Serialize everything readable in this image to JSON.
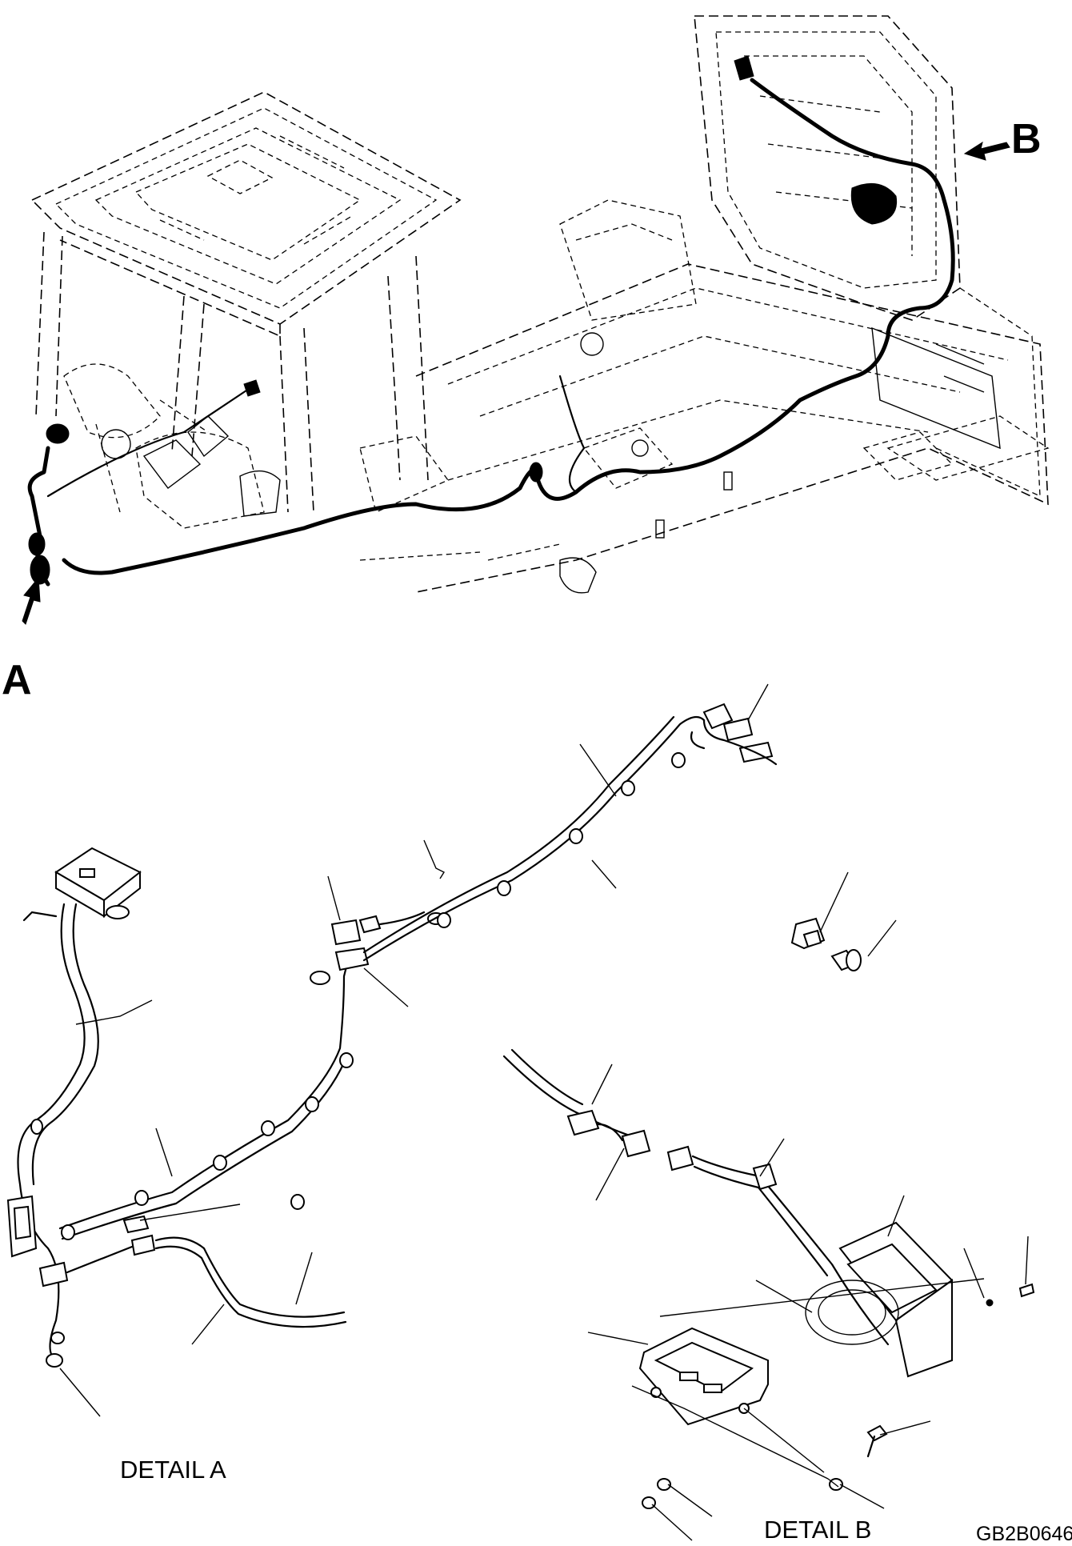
{
  "view_labels": {
    "a": "A",
    "b": "B"
  },
  "details": {
    "a": "DETAIL A",
    "b": "DETAIL B"
  },
  "drawing_code": "GB2B0646"
}
